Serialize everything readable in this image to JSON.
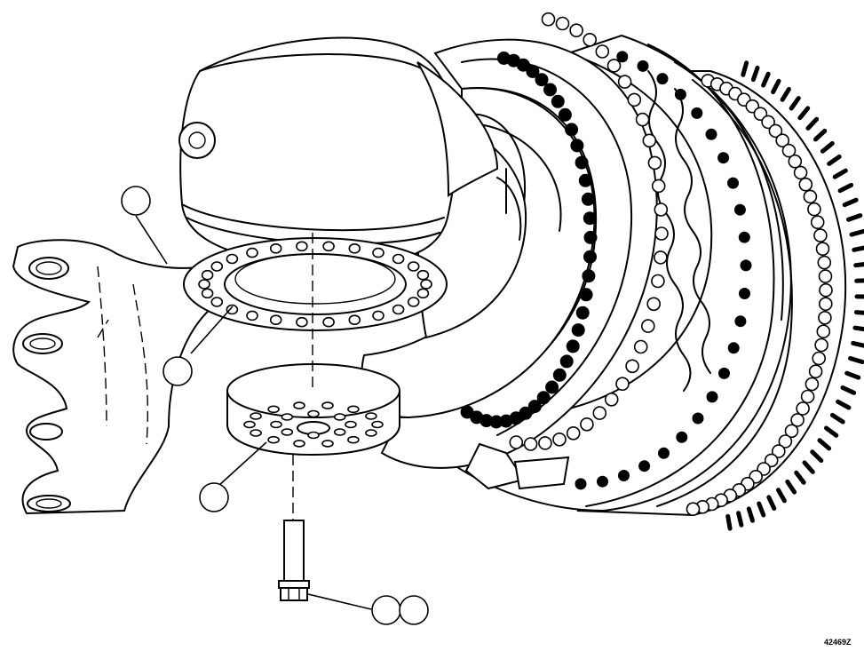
{
  "figure": {
    "id_label": "42469Z"
  },
  "callouts": [
    {
      "name": "callout-1",
      "label": ""
    },
    {
      "name": "callout-2",
      "label": ""
    },
    {
      "name": "callout-3",
      "label": ""
    },
    {
      "name": "callout-4",
      "label": ""
    },
    {
      "name": "callout-5",
      "label": ""
    }
  ]
}
